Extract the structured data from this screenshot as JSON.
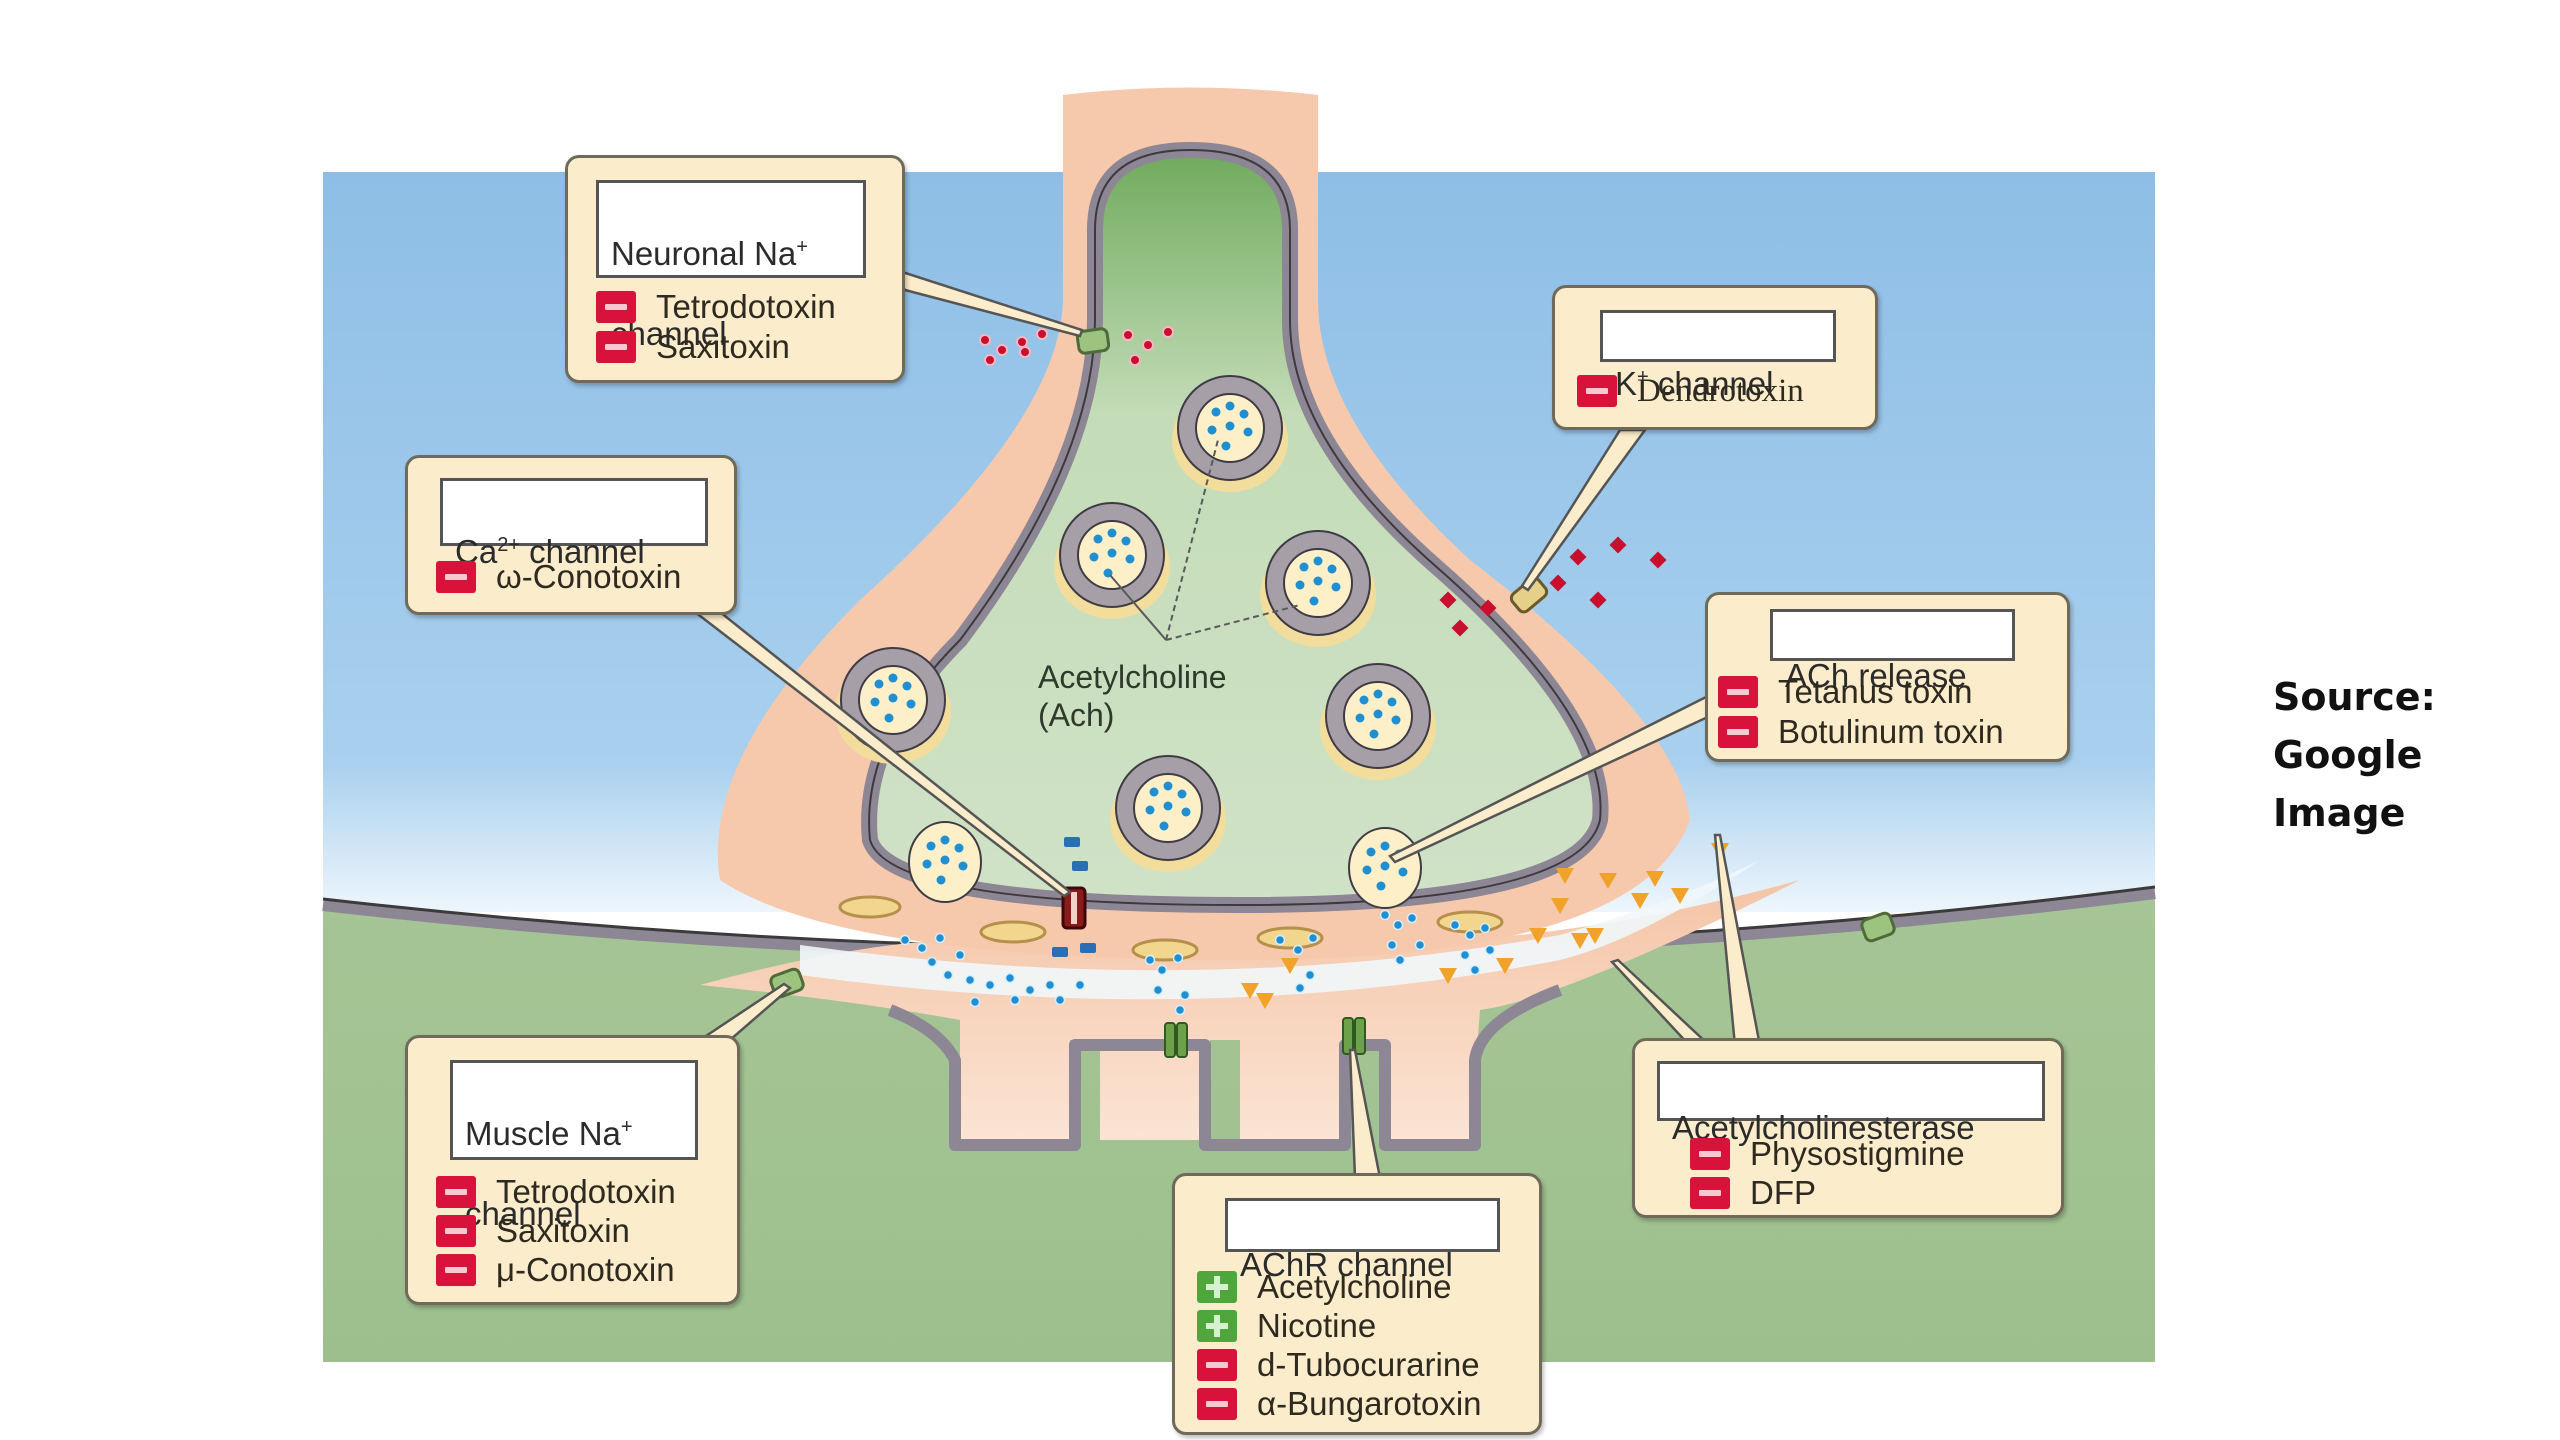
{
  "figure": {
    "title": "Neuromuscular junction toxin and drug targets",
    "colors": {
      "extracellular_blue": "#8fbfe6",
      "muscle_green": "#a7c597",
      "neuron_cytoplasm": "#cfe0c6",
      "membrane_tint": "#f6cdb2",
      "membrane_gray": "#8a8590",
      "callout_fill": "#fbeccb",
      "inhibit_red": "#d8123a",
      "activate_green": "#4fa63c",
      "ach_dot": "#1f8fd1",
      "toxin_red": "#c8102e",
      "esterase_orange": "#f0a22a"
    },
    "center_label": {
      "line1": "Acetylcholine",
      "line2": "(Ach)"
    },
    "callouts": {
      "neuronal_na": {
        "title": "Neuronal Na",
        "title_sup": "+",
        "title_line2": "channel",
        "agents": [
          {
            "name": "Tetrodotoxin",
            "effect": "inhibit",
            "symbol": "−"
          },
          {
            "name": "Saxitoxin",
            "effect": "inhibit",
            "symbol": "−"
          }
        ]
      },
      "k_channel": {
        "title": "K",
        "title_sup": "+",
        "title_rest": " channel",
        "agents": [
          {
            "name": "Dendrotoxin",
            "effect": "inhibit",
            "symbol": "−"
          }
        ]
      },
      "ca_channel": {
        "title": "Ca",
        "title_sup": "2+",
        "title_rest": " channel",
        "agents": [
          {
            "name": "ω-Conotoxin",
            "effect": "inhibit",
            "symbol": "−"
          }
        ]
      },
      "ach_release": {
        "title": "ACh release",
        "agents": [
          {
            "name": "Tetanus toxin",
            "effect": "inhibit",
            "symbol": "−"
          },
          {
            "name": "Botulinum toxin",
            "effect": "inhibit",
            "symbol": "−"
          }
        ]
      },
      "muscle_na": {
        "title": "Muscle Na",
        "title_sup": "+",
        "title_line2": "channel",
        "agents": [
          {
            "name": "Tetrodotoxin",
            "effect": "inhibit",
            "symbol": "−"
          },
          {
            "name": "Saxitoxin",
            "effect": "inhibit",
            "symbol": "−"
          },
          {
            "name": "μ-Conotoxin",
            "effect": "inhibit",
            "symbol": "−"
          }
        ]
      },
      "achr_channel": {
        "title": "AChR channel",
        "agents": [
          {
            "name": "Acetylcholine",
            "effect": "activate",
            "symbol": "+"
          },
          {
            "name": "Nicotine",
            "effect": "activate",
            "symbol": "+"
          },
          {
            "name": "d-Tubocurarine",
            "effect": "inhibit",
            "symbol": "−"
          },
          {
            "name": "α-Bungarotoxin",
            "effect": "inhibit",
            "symbol": "−"
          }
        ]
      },
      "acetylcholinesterase": {
        "title": "Acetylcholinesterase",
        "agents": [
          {
            "name": "Physostigmine",
            "effect": "inhibit",
            "symbol": "−"
          },
          {
            "name": "DFP",
            "effect": "inhibit",
            "symbol": "−"
          }
        ]
      }
    }
  },
  "source_note": {
    "line1": "Source:",
    "line2": "Google",
    "line3": "Image"
  }
}
